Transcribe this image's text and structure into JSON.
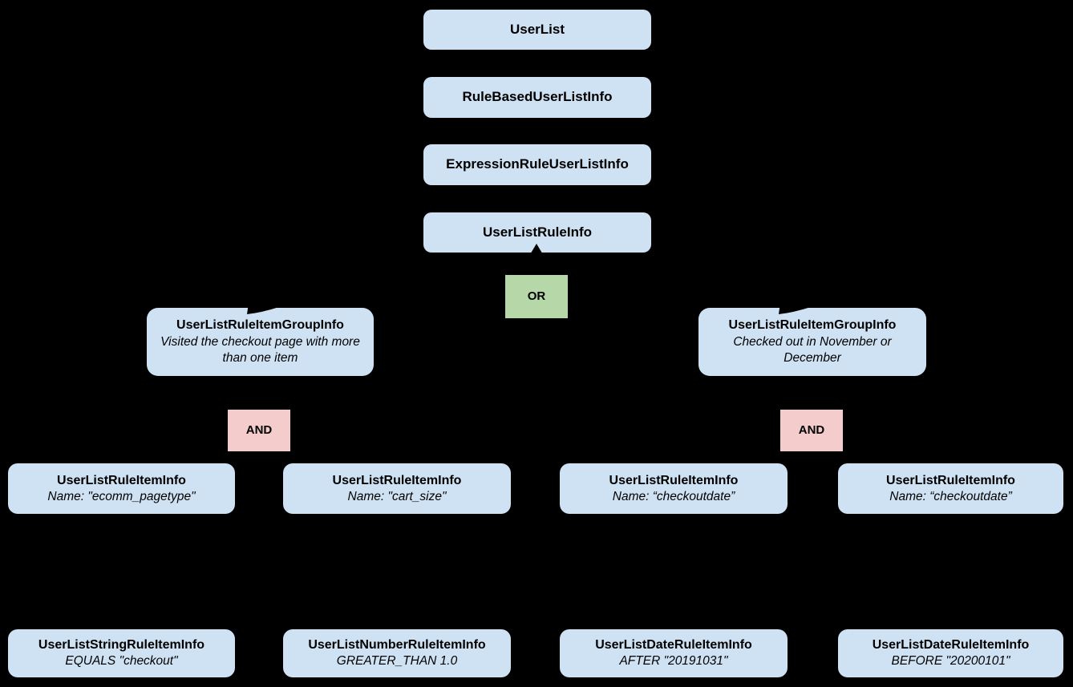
{
  "diagram": {
    "background_color": "#000000",
    "colors": {
      "node_fill": "#cfe2f3",
      "or_fill": "#b6d7a8",
      "and_fill": "#f4cccc",
      "text": "#000000"
    },
    "chain": [
      {
        "label": "UserList"
      },
      {
        "label": "RuleBasedUserListInfo"
      },
      {
        "label": "ExpressionRuleUserListInfo"
      },
      {
        "label": "UserListRuleInfo"
      }
    ],
    "or_operator": {
      "label": "OR"
    },
    "groups": [
      {
        "title": "UserListRuleItemGroupInfo",
        "description": "Visited the checkout page with more than one item",
        "operator": "AND"
      },
      {
        "title": "UserListRuleItemGroupInfo",
        "description": "Checked out in November or December",
        "operator": "AND"
      }
    ],
    "rule_items": [
      {
        "title": "UserListRuleItemInfo",
        "detail": "Name: \"ecomm_pagetype\""
      },
      {
        "title": "UserListRuleItemInfo",
        "detail": "Name: \"cart_size\""
      },
      {
        "title": "UserListRuleItemInfo",
        "detail": "Name: “checkoutdate”"
      },
      {
        "title": "UserListRuleItemInfo",
        "detail": "Name: “checkoutdate”"
      }
    ],
    "operands": [
      {
        "title": "UserListStringRuleItemInfo",
        "detail": "EQUALS \"checkout\""
      },
      {
        "title": "UserListNumberRuleItemInfo",
        "detail": "GREATER_THAN 1.0"
      },
      {
        "title": "UserListDateRuleItemInfo",
        "detail": "AFTER \"20191031\""
      },
      {
        "title": "UserListDateRuleItemInfo",
        "detail": "BEFORE \"20200101\""
      }
    ]
  }
}
